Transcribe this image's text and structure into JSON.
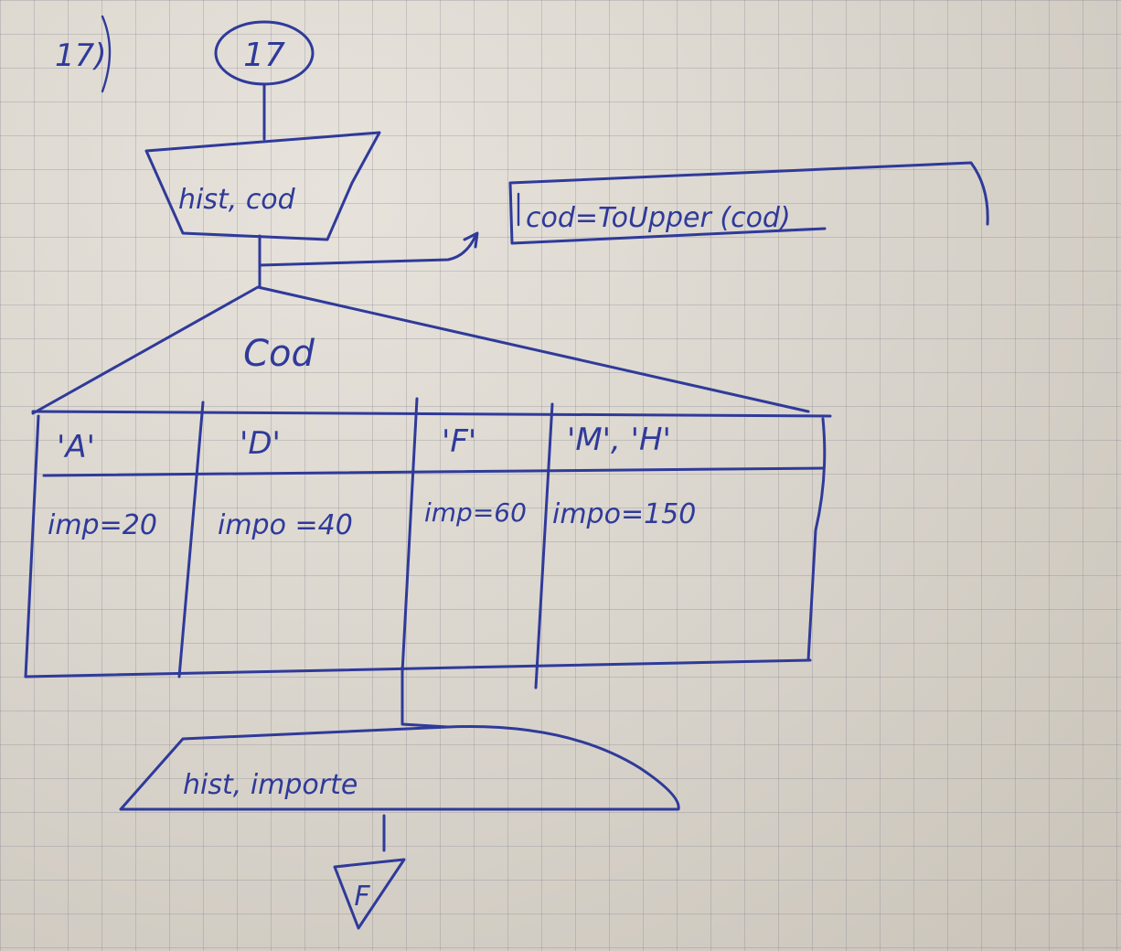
{
  "page_label": "17)",
  "start_connector": {
    "label": "17"
  },
  "input_block": {
    "label": "hist, cod"
  },
  "process_block": {
    "label": "cod=ToUpper (cod)"
  },
  "selector": {
    "label": "Cod"
  },
  "cases": [
    {
      "value": "'A'",
      "action": "imp=20"
    },
    {
      "value": "'D'",
      "action": "impo =40"
    },
    {
      "value": "'F'",
      "action": "imp=60"
    },
    {
      "value": "'M', 'H'",
      "action": "impo=150"
    }
  ],
  "output_block": {
    "label": "hist, importe"
  },
  "end_terminal": {
    "label": "F"
  },
  "colors": {
    "ink": "#2f3a9a",
    "paper": "#d9d4cc",
    "grid": "#8a8a96"
  }
}
